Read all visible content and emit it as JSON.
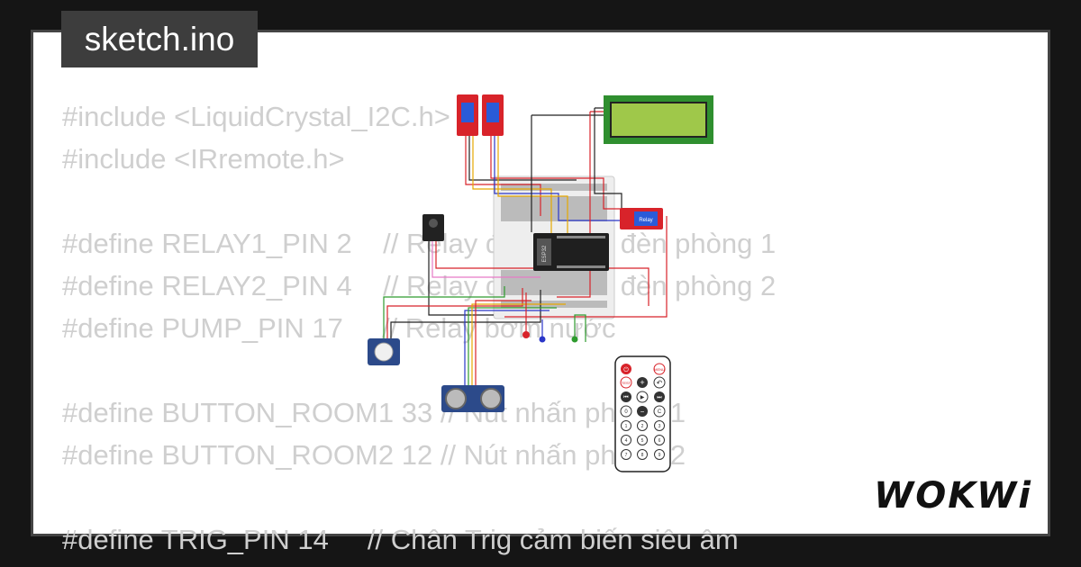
{
  "tab": {
    "title": "sketch.ino"
  },
  "code": {
    "lines": [
      "#include <LiquidCrystal_I2C.h>",
      "#include <IRremote.h>",
      "",
      "#define RELAY1_PIN 2    // Relay điều khiển đèn phòng 1",
      "#define RELAY2_PIN 4    // Relay điều khiển đèn phòng 2",
      "#define PUMP_PIN 17     // Relay bơm nước",
      "",
      "#define BUTTON_ROOM1 33 // Nút nhấn phòng 1",
      "#define BUTTON_ROOM2 12 // Nút nhấn phòng 2",
      "",
      "#define TRIG_PIN 14     // Chân Trig cảm biến siêu âm"
    ]
  },
  "diagram": {
    "board_label": "ESP32",
    "relay_label": "Relay",
    "remote": {
      "top_buttons": [
        "⏻",
        "MENU"
      ],
      "row2": [
        "TEST",
        "+",
        "↶"
      ],
      "row3": [
        "⏮",
        "▶",
        "⏭"
      ],
      "row4": [
        "0",
        "−",
        "C"
      ],
      "numpad": [
        "1",
        "2",
        "3",
        "4",
        "5",
        "6",
        "7",
        "8",
        "9"
      ]
    }
  },
  "brand": {
    "logo_text": "WOKWi"
  },
  "colors": {
    "background": "#151515",
    "card": "#ffffff",
    "tab": "#3d3d3d",
    "code_text": "#cfcfcf",
    "relay": "#d8232a",
    "lcd": "#2f8f2f",
    "board": "#1f1f1f",
    "sensor": "#2c4a8a"
  }
}
